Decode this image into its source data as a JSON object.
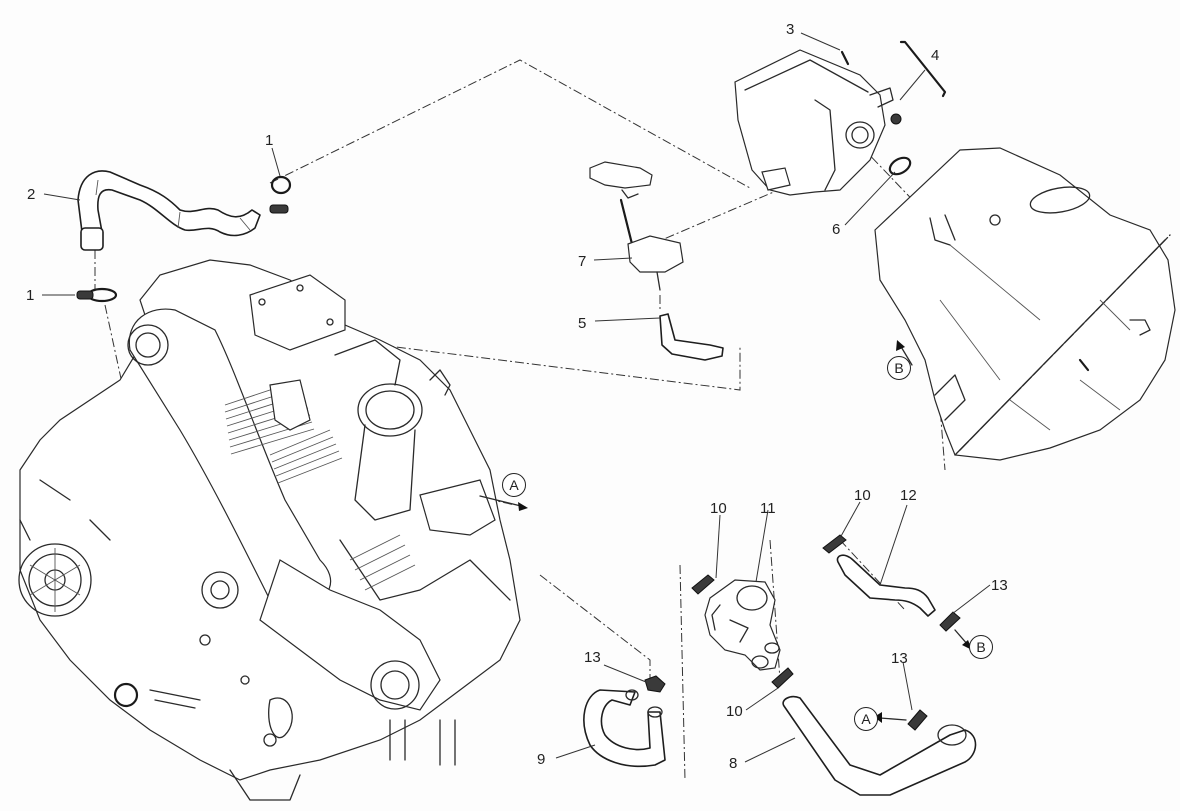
{
  "diagram": {
    "subject": "Engine breather / secondary air system exploded parts view",
    "callouts": [
      {
        "id": "c1a",
        "label": "1",
        "part": "hose clamp (upper)"
      },
      {
        "id": "c1b",
        "label": "1",
        "part": "hose clamp (lower)"
      },
      {
        "id": "c2",
        "label": "2",
        "part": "breather hose"
      },
      {
        "id": "c3",
        "label": "3",
        "part": "screw"
      },
      {
        "id": "c4",
        "label": "4",
        "part": "fastener kit"
      },
      {
        "id": "c5",
        "label": "5",
        "part": "small hose"
      },
      {
        "id": "c6",
        "label": "6",
        "part": "seal ring"
      },
      {
        "id": "c7",
        "label": "7",
        "part": "sensor / valve"
      },
      {
        "id": "c8",
        "label": "8",
        "part": "hose"
      },
      {
        "id": "c9",
        "label": "9",
        "part": "hose"
      },
      {
        "id": "c10a",
        "label": "10",
        "part": "clamp"
      },
      {
        "id": "c10b",
        "label": "10",
        "part": "clamp"
      },
      {
        "id": "c10c",
        "label": "10",
        "part": "clamp"
      },
      {
        "id": "c11",
        "label": "11",
        "part": "valve body"
      },
      {
        "id": "c12",
        "label": "12",
        "part": "hose"
      },
      {
        "id": "c13a",
        "label": "13",
        "part": "clamp"
      },
      {
        "id": "c13b",
        "label": "13",
        "part": "clamp"
      },
      {
        "id": "c13c",
        "label": "13",
        "part": "clamp"
      }
    ],
    "references": [
      {
        "id": "refA1",
        "label": "A"
      },
      {
        "id": "refA2",
        "label": "A"
      },
      {
        "id": "refB1",
        "label": "B"
      },
      {
        "id": "refB2",
        "label": "B"
      }
    ],
    "components": {
      "engine": "engine assembly",
      "airbox": "air box",
      "canister": "breather reservoir"
    }
  }
}
